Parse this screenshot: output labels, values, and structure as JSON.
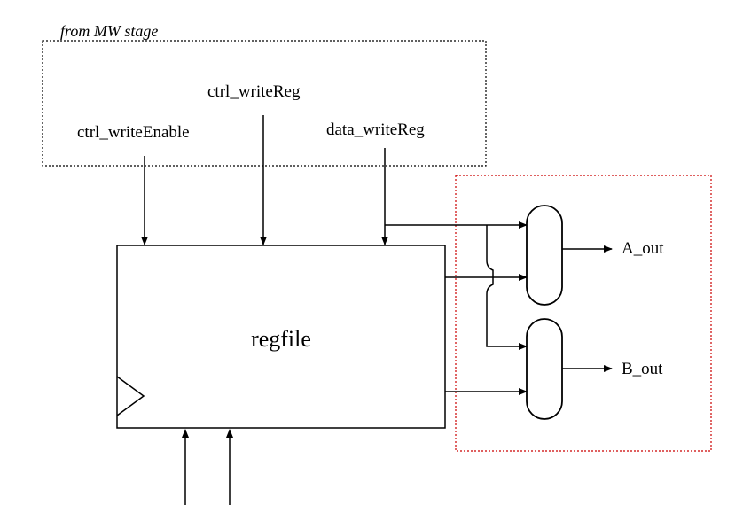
{
  "diagram": {
    "group_title": "from MW stage",
    "inputs": {
      "ctrl_writeEnable": "ctrl_writeEnable",
      "ctrl_writeReg": "ctrl_writeReg",
      "data_writeReg": "data_writeReg"
    },
    "block_label": "regfile",
    "outputs": {
      "a_out": "A_out",
      "b_out": "B_out"
    },
    "colors": {
      "stroke": "#000000",
      "highlight_border": "#cc0000"
    }
  }
}
